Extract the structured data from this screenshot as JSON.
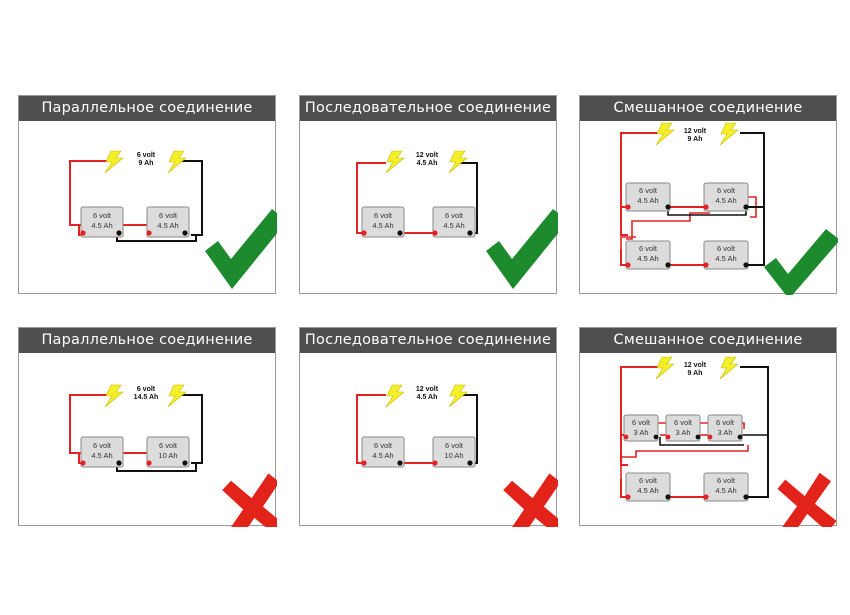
{
  "panels": [
    {
      "title": "Параллельное соединение",
      "result": "correct",
      "output": {
        "voltage": "6 volt",
        "capacity": "9 Ah"
      },
      "batteries": [
        {
          "voltage": "6 volt",
          "capacity": "4.5 Ah"
        },
        {
          "voltage": "6 volt",
          "capacity": "4.5 Ah"
        }
      ]
    },
    {
      "title": "Последовательное соединение",
      "result": "correct",
      "output": {
        "voltage": "12 volt",
        "capacity": "4.5 Ah"
      },
      "batteries": [
        {
          "voltage": "6 volt",
          "capacity": "4.5 Ah"
        },
        {
          "voltage": "6 volt",
          "capacity": "4.5 Ah"
        }
      ]
    },
    {
      "title": "Смешанное соединение",
      "result": "correct",
      "output": {
        "voltage": "12 volt",
        "capacity": "9 Ah"
      },
      "batteries": [
        {
          "voltage": "6 volt",
          "capacity": "4.5 Ah"
        },
        {
          "voltage": "6 volt",
          "capacity": "4.5 Ah"
        },
        {
          "voltage": "6 volt",
          "capacity": "4.5 Ah"
        },
        {
          "voltage": "6 volt",
          "capacity": "4.5 Ah"
        }
      ]
    },
    {
      "title": "Параллельное соединение",
      "result": "wrong",
      "output": {
        "voltage": "6 volt",
        "capacity": "14.5 Ah"
      },
      "batteries": [
        {
          "voltage": "6 volt",
          "capacity": "4.5 Ah"
        },
        {
          "voltage": "6 volt",
          "capacity": "10 Ah"
        }
      ]
    },
    {
      "title": "Последовательное соединение",
      "result": "wrong",
      "output": {
        "voltage": "12 volt",
        "capacity": "4.5 Ah"
      },
      "batteries": [
        {
          "voltage": "6 volt",
          "capacity": "4.5 Ah"
        },
        {
          "voltage": "6 volt",
          "capacity": "10 Ah"
        }
      ]
    },
    {
      "title": "Смешанное соединение",
      "result": "wrong",
      "output": {
        "voltage": "12 volt",
        "capacity": "9 Ah"
      },
      "batteries": [
        {
          "voltage": "6 volt",
          "capacity": "3 Ah"
        },
        {
          "voltage": "6 volt",
          "capacity": "3 Ah"
        },
        {
          "voltage": "6 volt",
          "capacity": "3 Ah"
        },
        {
          "voltage": "6 volt",
          "capacity": "4.5 Ah"
        },
        {
          "voltage": "6 volt",
          "capacity": "4.5 Ah"
        }
      ]
    }
  ],
  "colors": {
    "title_bar": "#4f4f4f",
    "wire_positive": "#e32222",
    "wire_negative": "#111111",
    "battery_fill": "#dcdcdc",
    "lightning": "#f5ef2a",
    "check": "#1e8a2e",
    "cross": "#e2231a"
  },
  "icons": {
    "correct": "check-mark-icon",
    "wrong": "cross-mark-icon",
    "bolt": "lightning-bolt-icon"
  }
}
